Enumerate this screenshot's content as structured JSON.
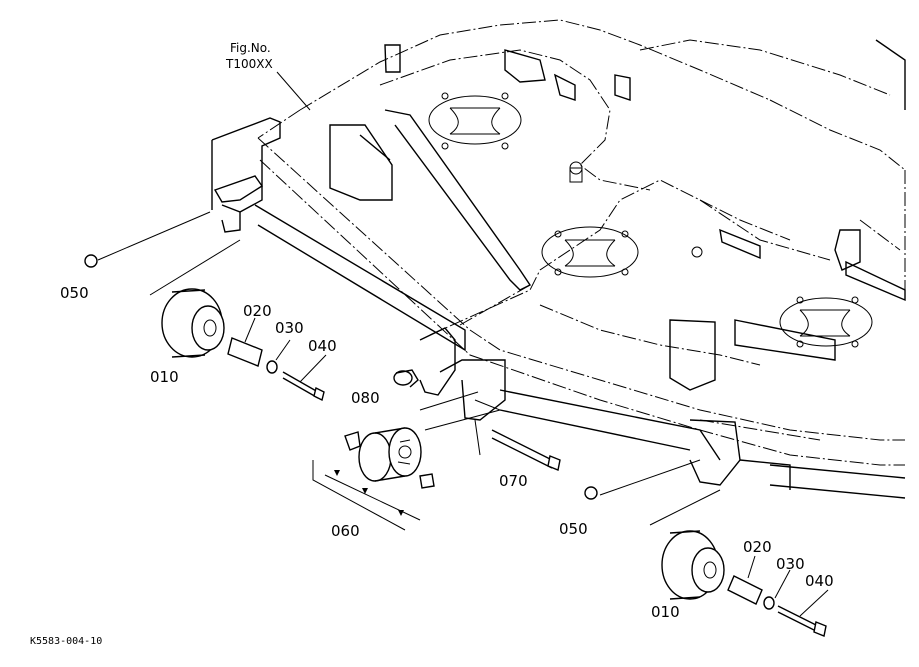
{
  "figure": {
    "line1": "Fig.No.",
    "line2": "T100XX"
  },
  "labels": {
    "p010a": "010",
    "p020a": "020",
    "p030a": "030",
    "p040a": "040",
    "p050a": "050",
    "p080": "080",
    "p060": "060",
    "p070": "070",
    "p050b": "050",
    "p010b": "010",
    "p020b": "020",
    "p030b": "030",
    "p040b": "040"
  },
  "doc_code": "K5583-004-10"
}
